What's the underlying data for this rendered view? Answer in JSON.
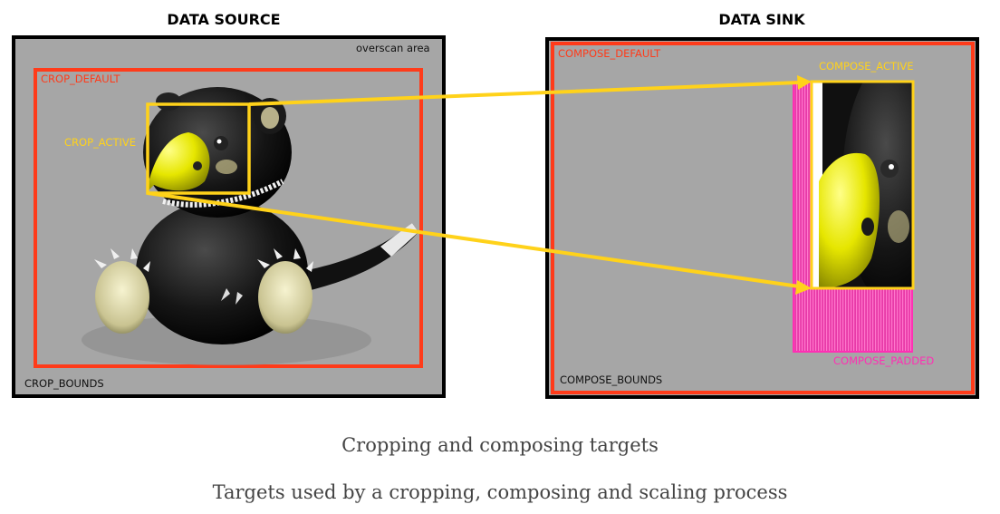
{
  "source": {
    "title": "DATA SOURCE",
    "overscan_label": "overscan area",
    "crop_default_label": "CROP_DEFAULT",
    "crop_active_label": "CROP_ACTIVE",
    "crop_bounds_label": "CROP_BOUNDS"
  },
  "sink": {
    "title": "DATA SINK",
    "compose_default_label": "COMPOSE_DEFAULT",
    "compose_active_label": "COMPOSE_ACTIVE",
    "compose_padded_label": "COMPOSE_PADDED",
    "compose_bounds_label": "COMPOSE_BOUNDS"
  },
  "figure": {
    "caption": "Cropping and composing targets",
    "description": "Targets used by a cropping, composing and scaling process"
  },
  "colors": {
    "bounds_border": "#000000",
    "default_border": "#ff3b1a",
    "active_border": "#ffd21a",
    "padded_border": "#ff2fb4",
    "canvas_fill": "#a6a6a6"
  }
}
